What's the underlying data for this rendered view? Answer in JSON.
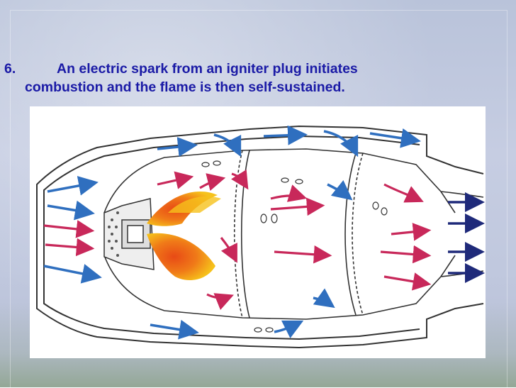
{
  "heading": {
    "number": "6.",
    "line1": "An electric spark from an igniter plug initiates",
    "line2": "combustion and the flame is then self-sustained."
  },
  "diagram": {
    "subject": "combustion chamber cross-section",
    "colors": {
      "outline": "#333333",
      "cool_air_arrow": "#2f6fbf",
      "hot_gas_arrow": "#c8285a",
      "exhaust_arrow": "#1f2a7a",
      "flame_outer": "#f6b21b",
      "flame_inner": "#e84a16",
      "heading_text": "#1a1aa6"
    }
  }
}
